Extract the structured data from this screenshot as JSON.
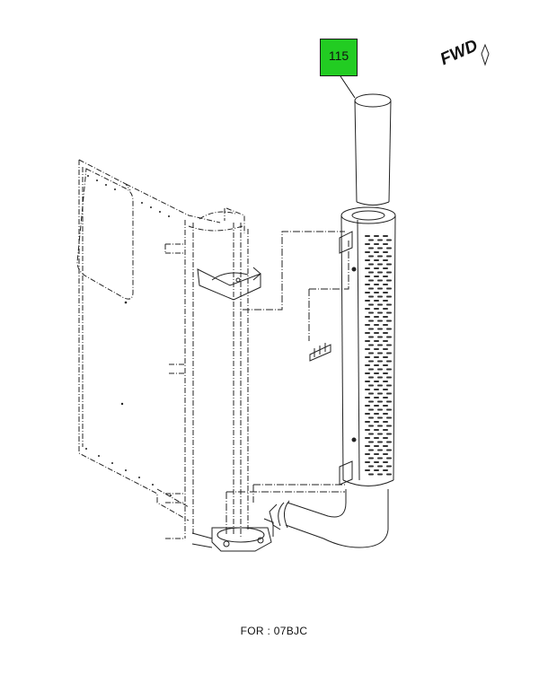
{
  "callout": {
    "label": "115",
    "color": "#22cc22"
  },
  "direction_label": "FWD",
  "footer": {
    "text": "FOR : 07BJC"
  }
}
